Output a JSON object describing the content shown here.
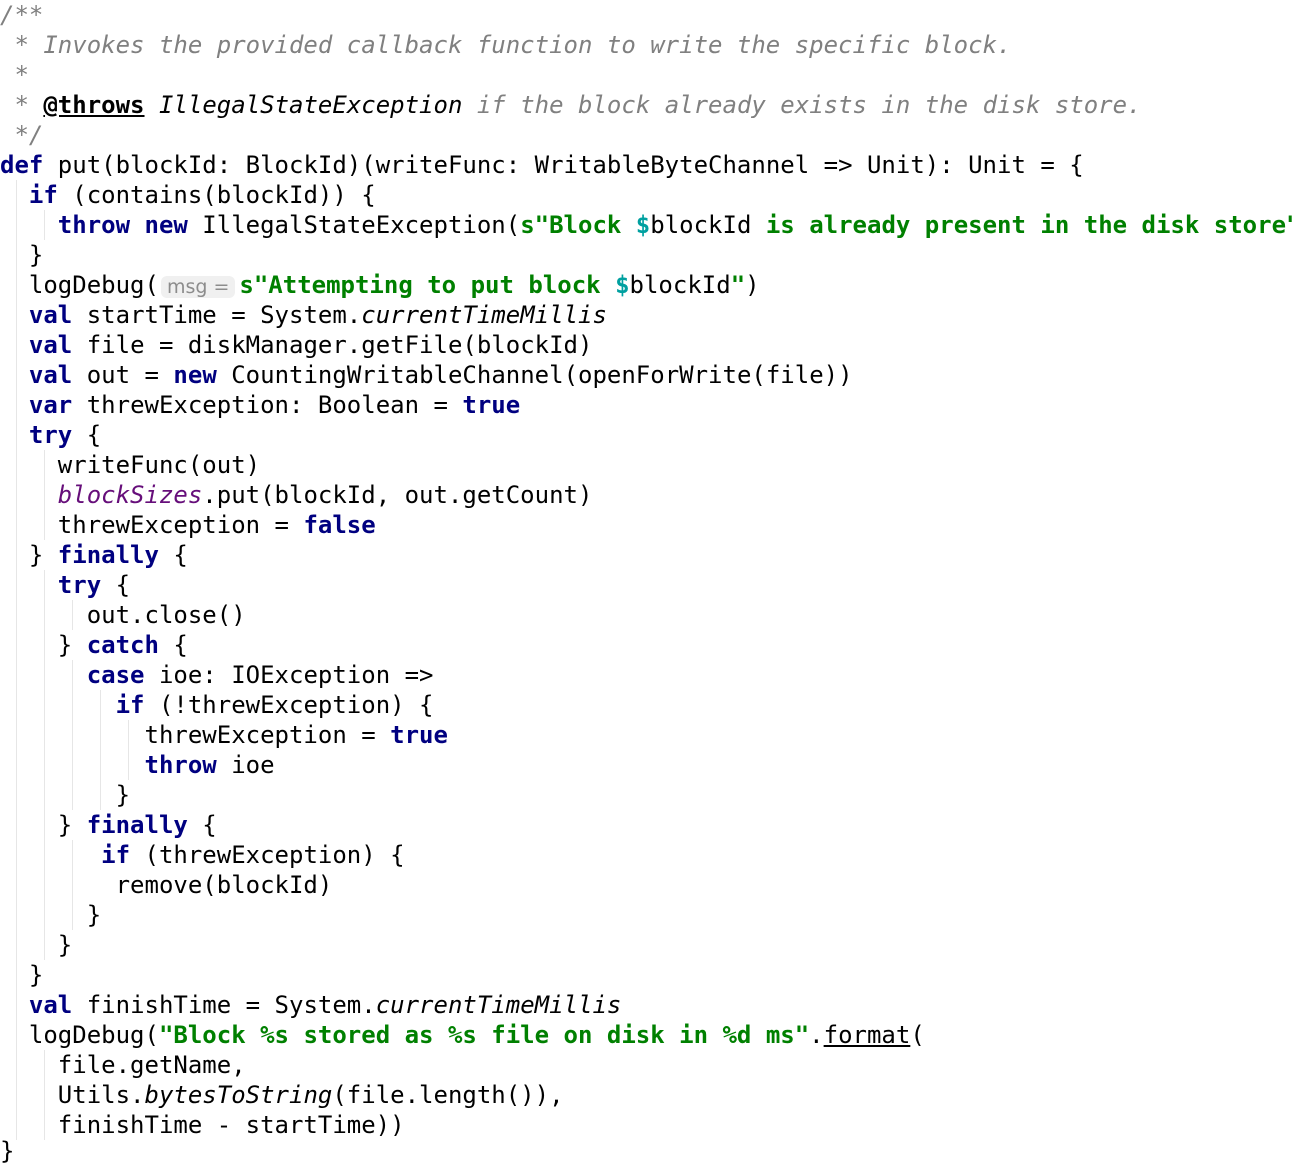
{
  "doc": {
    "open": "/**",
    "line1_text": " * Invokes the provided callback function to write the specific block.",
    "line2_text": " *",
    "line3_star": " * ",
    "line3_tag": "@throws",
    "line3_sp": " ",
    "line3_type": "IllegalStateException",
    "line3_rest": " if the block already exists in the disk store.",
    "close": " */"
  },
  "code": {
    "l6_kw": "def",
    "l6_rest": " put(blockId: BlockId)(writeFunc: WritableByteChannel => Unit): Unit = {",
    "l7_ind": "  ",
    "l7_kw": "if",
    "l7_rest": " (contains(blockId)) {",
    "l8_ind": "    ",
    "l8_kw1": "throw",
    "l8_sp": " ",
    "l8_kw2": "new",
    "l8_cls": " IllegalStateException(",
    "l8_str1": "s\"Block ",
    "l8_dollar": "$",
    "l8_var": "blockId",
    "l8_str2": " is already present in the disk store\"",
    "l8_close": ")",
    "l9_text": "  }",
    "l10_pre": "  logDebug(",
    "l10_hint": "msg =",
    "l10_str1": "s\"Attempting to put block ",
    "l10_dollar": "$",
    "l10_var": "blockId",
    "l10_str2": "\"",
    "l10_close": ")",
    "l11_ind": "  ",
    "l11_kw": "val",
    "l11_mid": " startTime = System.",
    "l11_it": "currentTimeMillis",
    "l12_ind": "  ",
    "l12_kw": "val",
    "l12_rest": " file = diskManager.getFile(blockId)",
    "l13_ind": "  ",
    "l13_kw1": "val",
    "l13_mid": " out = ",
    "l13_kw2": "new",
    "l13_rest": " CountingWritableChannel(openForWrite(file))",
    "l14_ind": "  ",
    "l14_kw1": "var",
    "l14_mid": " threwException: Boolean = ",
    "l14_kw2": "true",
    "l15_ind": "  ",
    "l15_kw": "try",
    "l15_rest": " {",
    "l16_text": "    writeFunc(out)",
    "l17_ind": "    ",
    "l17_fld": "blockSizes",
    "l17_rest": ".put(blockId, out.getCount)",
    "l18_pre": "    threwException = ",
    "l18_kw": "false",
    "l19_pre": "  } ",
    "l19_kw": "finally",
    "l19_rest": " {",
    "l20_ind": "    ",
    "l20_kw": "try",
    "l20_rest": " {",
    "l21_text": "      out.close()",
    "l22_pre": "    } ",
    "l22_kw": "catch",
    "l22_rest": " {",
    "l23_ind": "      ",
    "l23_kw": "case",
    "l23_rest": " ioe: IOException =>",
    "l24_ind": "        ",
    "l24_kw": "if",
    "l24_rest": " (!threwException) {",
    "l25_pre": "          threwException = ",
    "l25_kw": "true",
    "l26_ind": "          ",
    "l26_kw": "throw",
    "l26_rest": " ioe",
    "l27_text": "        }",
    "l28_pre": "    } ",
    "l28_kw": "finally",
    "l28_rest": " {",
    "l29_ind": "       ",
    "l29_kw": "if",
    "l29_rest": " (threwException) {",
    "l30_text": "        remove(blockId)",
    "l31_text": "      }",
    "l32_text": "    }",
    "l33_text": "  }",
    "l34_ind": "  ",
    "l34_kw": "val",
    "l34_mid": " finishTime = System.",
    "l34_it": "currentTimeMillis",
    "l35_pre": "  logDebug(",
    "l35_str": "\"Block %s stored as %s file on disk in %d ms\"",
    "l35_dot": ".",
    "l35_fmt": "format",
    "l35_close": "(",
    "l36_text": "    file.getName,",
    "l37_pre": "    Utils.",
    "l37_it": "bytesToString",
    "l37_rest": "(file.length()),",
    "l38_text": "    finishTime - startTime))",
    "l39_text": "}"
  }
}
